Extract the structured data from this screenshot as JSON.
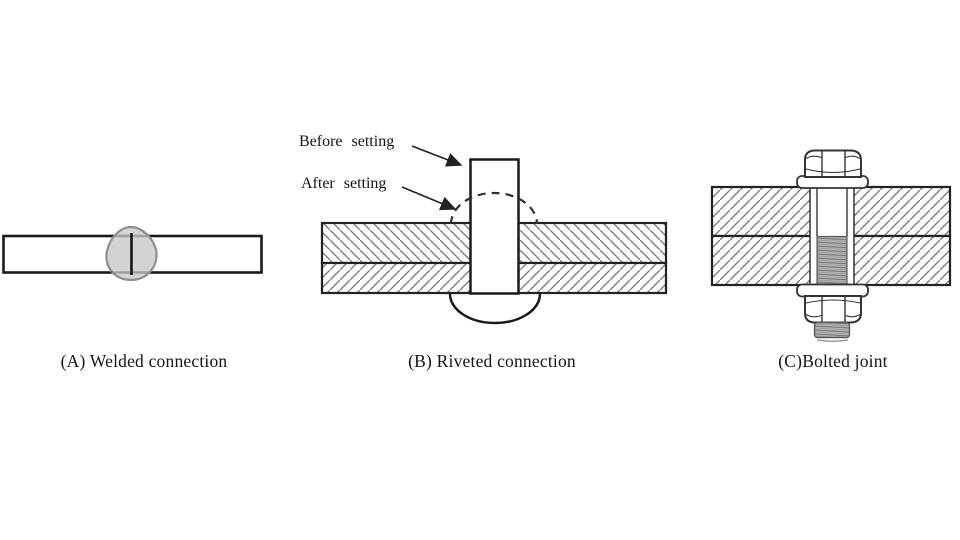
{
  "figures": {
    "welded": {
      "caption": "(A) Welded connection"
    },
    "riveted": {
      "caption": "(B) Riveted connection",
      "label_before": "Before setting",
      "label_after": "After setting"
    },
    "bolted": {
      "caption": "(C)Bolted joint"
    }
  },
  "colors": {
    "background": "#ffffff",
    "outline": "#1a1a1a",
    "hatch": "#808080",
    "weld_fill": "#c8c8c8",
    "weld_stroke": "#8f8f8f",
    "thread_fill": "#bdbdbd",
    "thread_ridge": "#777777"
  }
}
